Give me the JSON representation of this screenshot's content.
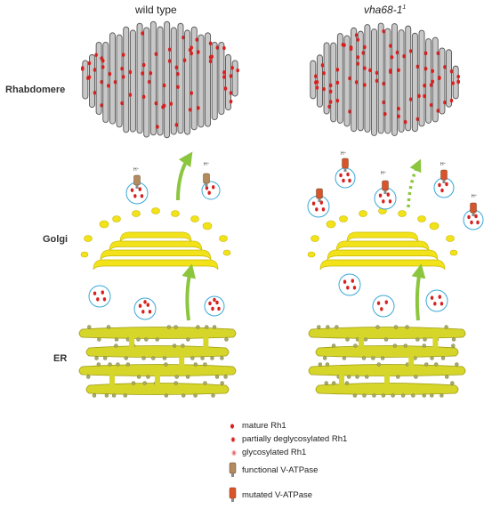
{
  "columns": {
    "wild_type": "wild type",
    "mutant": "vha68-1",
    "mutant_superscript": "1"
  },
  "row_labels": {
    "rhabdomere": "Rhabdomere",
    "golgi": "Golgi",
    "er": "ER"
  },
  "proton_label": "H⁺",
  "legend": [
    {
      "label": "mature Rh1",
      "symbol": "mature-rh1-dot"
    },
    {
      "label": "partially deglycosylated Rh1",
      "symbol": "partially-deglycosylated-rh1-dot"
    },
    {
      "label": "glycosylated Rh1",
      "symbol": "glycosylated-rh1-dot"
    },
    {
      "label": "functional V-ATPase",
      "symbol": "functional-v-atpase-icon"
    },
    {
      "label": "mutated V-ATPase",
      "symbol": "mutated-v-atpase-icon"
    }
  ],
  "colors": {
    "rhabdomere_fill": "#c8c8c8",
    "rhabdomere_stroke": "#555555",
    "rh1_red": "#d9201f",
    "golgi_yellow": "#f2e21a",
    "golgi_stroke": "#c9b800",
    "er_fill": "#d6d52a",
    "er_stroke": "#9e9c12",
    "ribosome": "#a8a96a",
    "vesicle_stroke": "#3aa8d8",
    "arrow_green": "#8cc63f",
    "functional_atpase": "#b28b5e",
    "mutated_atpase": "#d9542a"
  }
}
